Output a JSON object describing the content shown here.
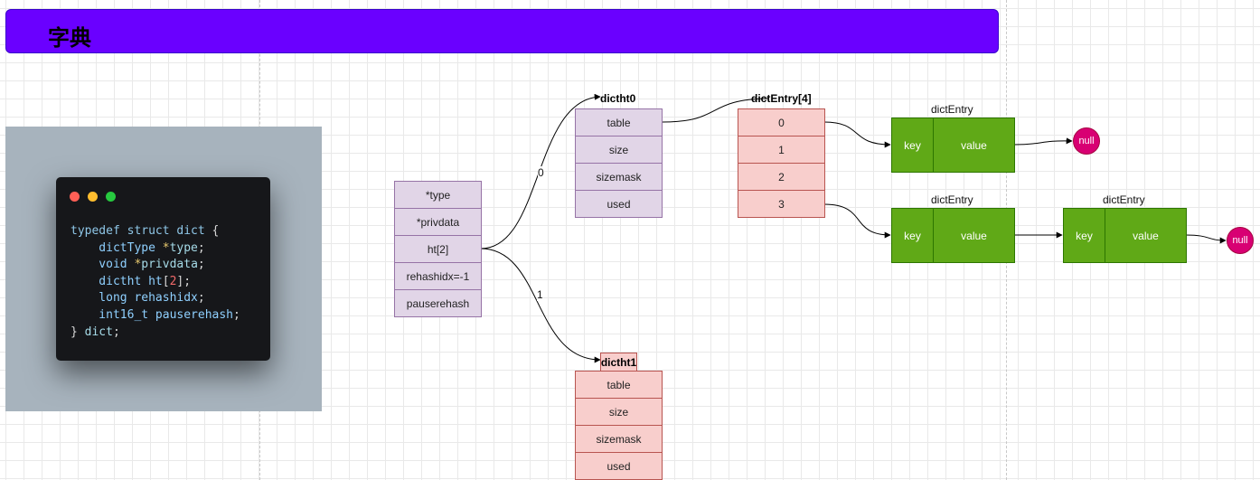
{
  "header": {
    "title": "字典"
  },
  "code": {
    "lines": [
      [
        {
          "t": "typedef struct dict ",
          "c": "kw"
        },
        {
          "t": "{",
          "c": "punct"
        }
      ],
      [
        {
          "t": "    dictType ",
          "c": "ty"
        },
        {
          "t": "*",
          "c": "op"
        },
        {
          "t": "type",
          "c": "fn"
        },
        {
          "t": ";",
          "c": "punct"
        }
      ],
      [
        {
          "t": "    void ",
          "c": "ty"
        },
        {
          "t": "*",
          "c": "op"
        },
        {
          "t": "privdata",
          "c": "fn"
        },
        {
          "t": ";",
          "c": "punct"
        }
      ],
      [
        {
          "t": "    dictht ht",
          "c": "ty"
        },
        {
          "t": "[",
          "c": "punct"
        },
        {
          "t": "2",
          "c": "num"
        },
        {
          "t": "];",
          "c": "punct"
        }
      ],
      [
        {
          "t": "    long rehashidx",
          "c": "ty"
        },
        {
          "t": ";",
          "c": "punct"
        }
      ],
      [
        {
          "t": "    int16_t pauserehash",
          "c": "ty"
        },
        {
          "t": ";",
          "c": "punct"
        }
      ],
      [
        {
          "t": "} ",
          "c": "punct"
        },
        {
          "t": "dict",
          "c": "fn"
        },
        {
          "t": ";",
          "c": "punct"
        }
      ]
    ],
    "dot_colors": [
      "#ff5f56",
      "#ffbd2e",
      "#27c93f"
    ]
  },
  "dict": {
    "fields": [
      "*type",
      "*privdata",
      "ht[2]",
      "rehashidx=-1",
      "pauserehash"
    ]
  },
  "edges": {
    "ht0_label": "0",
    "ht1_label": "1"
  },
  "dictht0": {
    "title": "dictht0",
    "fields": [
      "table",
      "size",
      "sizemask",
      "used"
    ]
  },
  "dictht1": {
    "title": "dictht1",
    "fields": [
      "table",
      "size",
      "sizemask",
      "used"
    ]
  },
  "table": {
    "title": "dictEntry[4]",
    "slots": [
      "0",
      "1",
      "2",
      "3"
    ]
  },
  "entries": {
    "e1": {
      "title": "dictEntry",
      "key": "key",
      "value": "value"
    },
    "e2": {
      "title": "dictEntry",
      "key": "key",
      "value": "value"
    },
    "e3": {
      "title": "dictEntry",
      "key": "key",
      "value": "value"
    }
  },
  "null_label": "null",
  "colors": {
    "header": "#6a00ff",
    "purple_fill": "#e1d5e7",
    "purple_stroke": "#9673a6",
    "pink_fill": "#f8cecc",
    "pink_stroke": "#b85450",
    "green_fill": "#60a917",
    "green_stroke": "#2d7600",
    "null_fill": "#d80073"
  }
}
